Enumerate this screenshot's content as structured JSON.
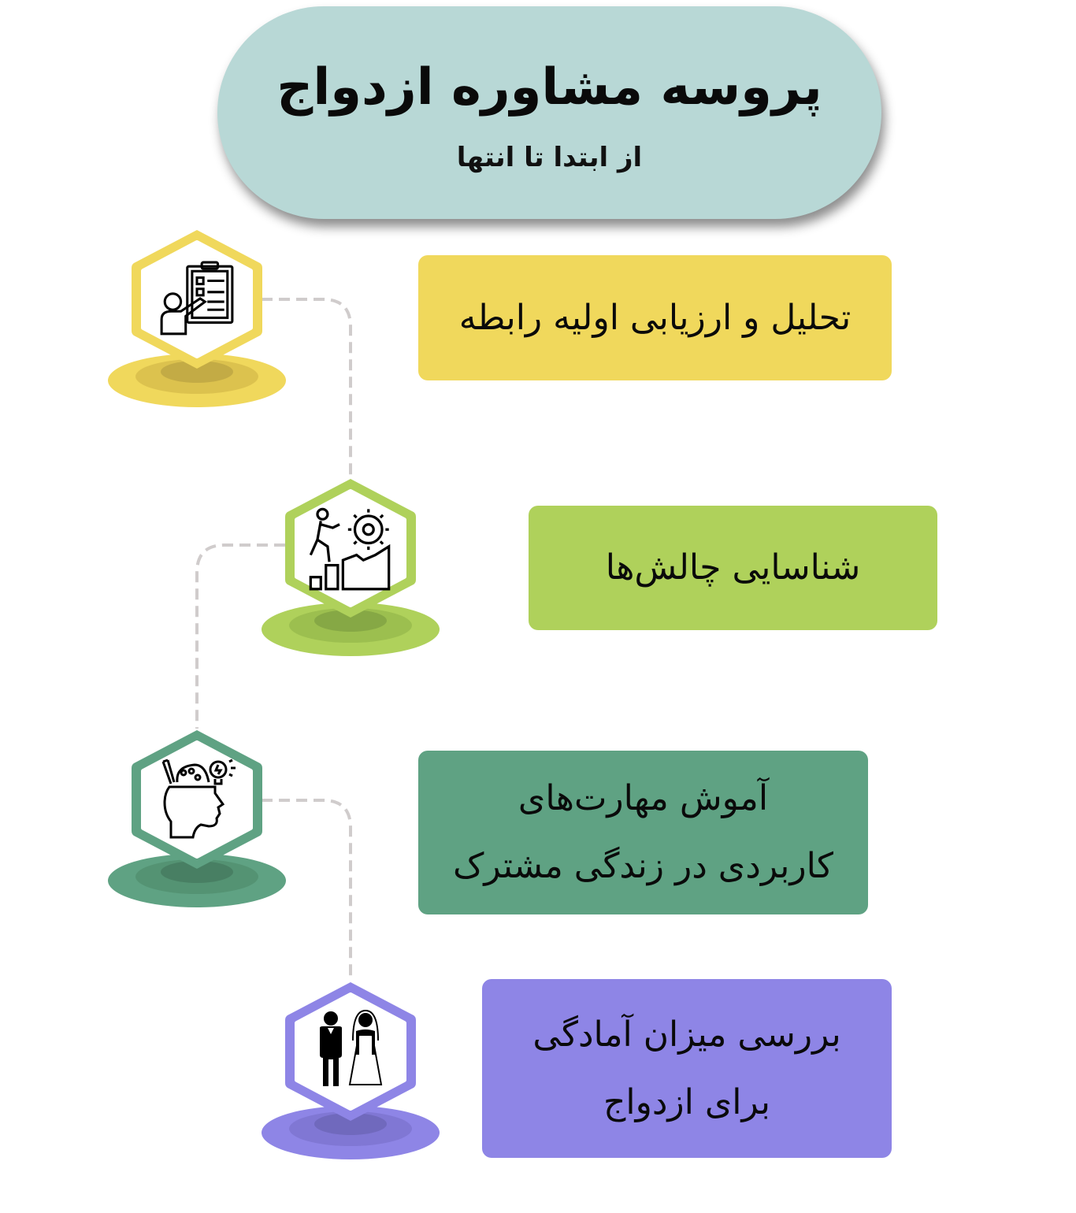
{
  "header": {
    "title": "پروسه مشاوره ازدواج",
    "subtitle": "از ابتدا تا انتها",
    "background_color": "#b8d8d6"
  },
  "steps": [
    {
      "label": "تحلیل و ارزیابی اولیه رابطه",
      "icon": "clipboard-assessment-icon",
      "color": "#f0d85c",
      "shadow_mid": "#dcc24e",
      "shadow_dark": "#c3ab45"
    },
    {
      "label": "شناسایی چالش‌ها",
      "icon": "climbing-steps-gear-icon",
      "color": "#afd15b",
      "shadow_mid": "#9cbf4f",
      "shadow_dark": "#86a845"
    },
    {
      "label": "آموش مهارت‌های\nکاربردی در زندگی مشترک",
      "icon": "head-ideas-icon",
      "color": "#5fa283",
      "shadow_mid": "#549373",
      "shadow_dark": "#487f63"
    },
    {
      "label": "بررسی میزان آمادگی\nبرای ازدواج",
      "icon": "bride-groom-icon",
      "color": "#8e85e6",
      "shadow_mid": "#8077d4",
      "shadow_dark": "#7069bd"
    }
  ],
  "connector_color": "#d0cccc"
}
